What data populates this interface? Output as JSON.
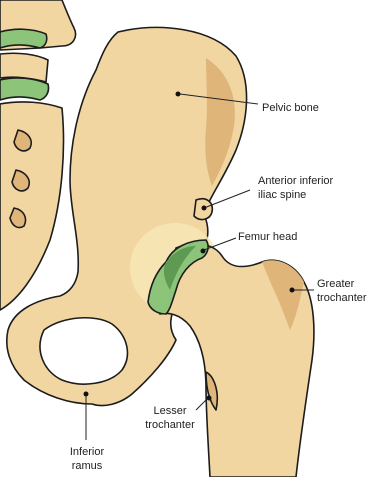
{
  "diagram": {
    "labels": {
      "pelvic_bone": "Pelvic bone",
      "anterior_inferior_iliac_spine": [
        "Anterior inferior",
        "iliac spine"
      ],
      "femur_head": "Femur head",
      "greater_trochanter": [
        "Greater",
        "trochanter"
      ],
      "lesser_trochanter": [
        "Lesser",
        "trochanter"
      ],
      "inferior_ramus": [
        "Inferior",
        "ramus"
      ]
    },
    "colors": {
      "bone": "#f2d6a2",
      "bone_shadow": "#dfb57a",
      "cartilage": "#8cc47a",
      "cartilage_dark": "#5e9a52",
      "joint_highlight": "#f7e7b6",
      "outline": "#1c1c1c",
      "leader_line": "#222222",
      "background": "#ffffff"
    }
  }
}
